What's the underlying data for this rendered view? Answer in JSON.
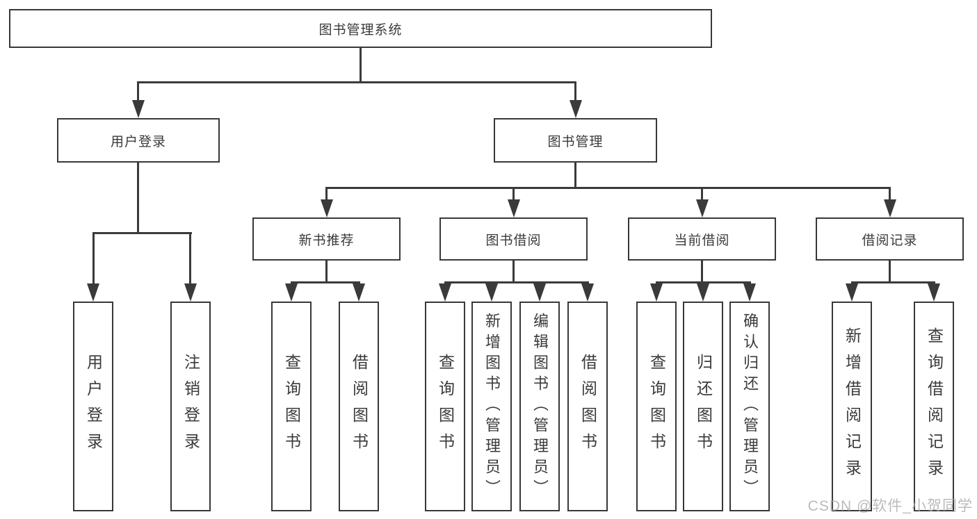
{
  "diagram": {
    "type": "hierarchy-tree",
    "orientation": "top-down",
    "colors": {
      "background": "#ffffff",
      "box_border": "#383838",
      "box_fill": "#ffffff",
      "line": "#3a3a3a",
      "text": "#3a3a3a",
      "watermark": "#ababab"
    },
    "tree": {
      "label": "图书管理系统",
      "children": [
        {
          "label": "用户登录",
          "children": [
            {
              "label": "用户登录"
            },
            {
              "label": "注销登录"
            }
          ]
        },
        {
          "label": "图书管理",
          "children": [
            {
              "label": "新书推荐",
              "children": [
                {
                  "label": "查询图书"
                },
                {
                  "label": "借阅图书"
                }
              ]
            },
            {
              "label": "图书借阅",
              "children": [
                {
                  "label": "查询图书"
                },
                {
                  "label": "新增图书（管理员）"
                },
                {
                  "label": "编辑图书（管理员）"
                },
                {
                  "label": "借阅图书"
                }
              ]
            },
            {
              "label": "当前借阅",
              "children": [
                {
                  "label": "查询图书"
                },
                {
                  "label": "归还图书"
                },
                {
                  "label": "确认归还（管理员）"
                }
              ]
            },
            {
              "label": "借阅记录",
              "children": [
                {
                  "label": "新增借阅记录"
                },
                {
                  "label": "查询借阅记录"
                }
              ]
            }
          ]
        }
      ]
    }
  },
  "watermark": {
    "text": "CSDN @软件_小贺同学"
  }
}
